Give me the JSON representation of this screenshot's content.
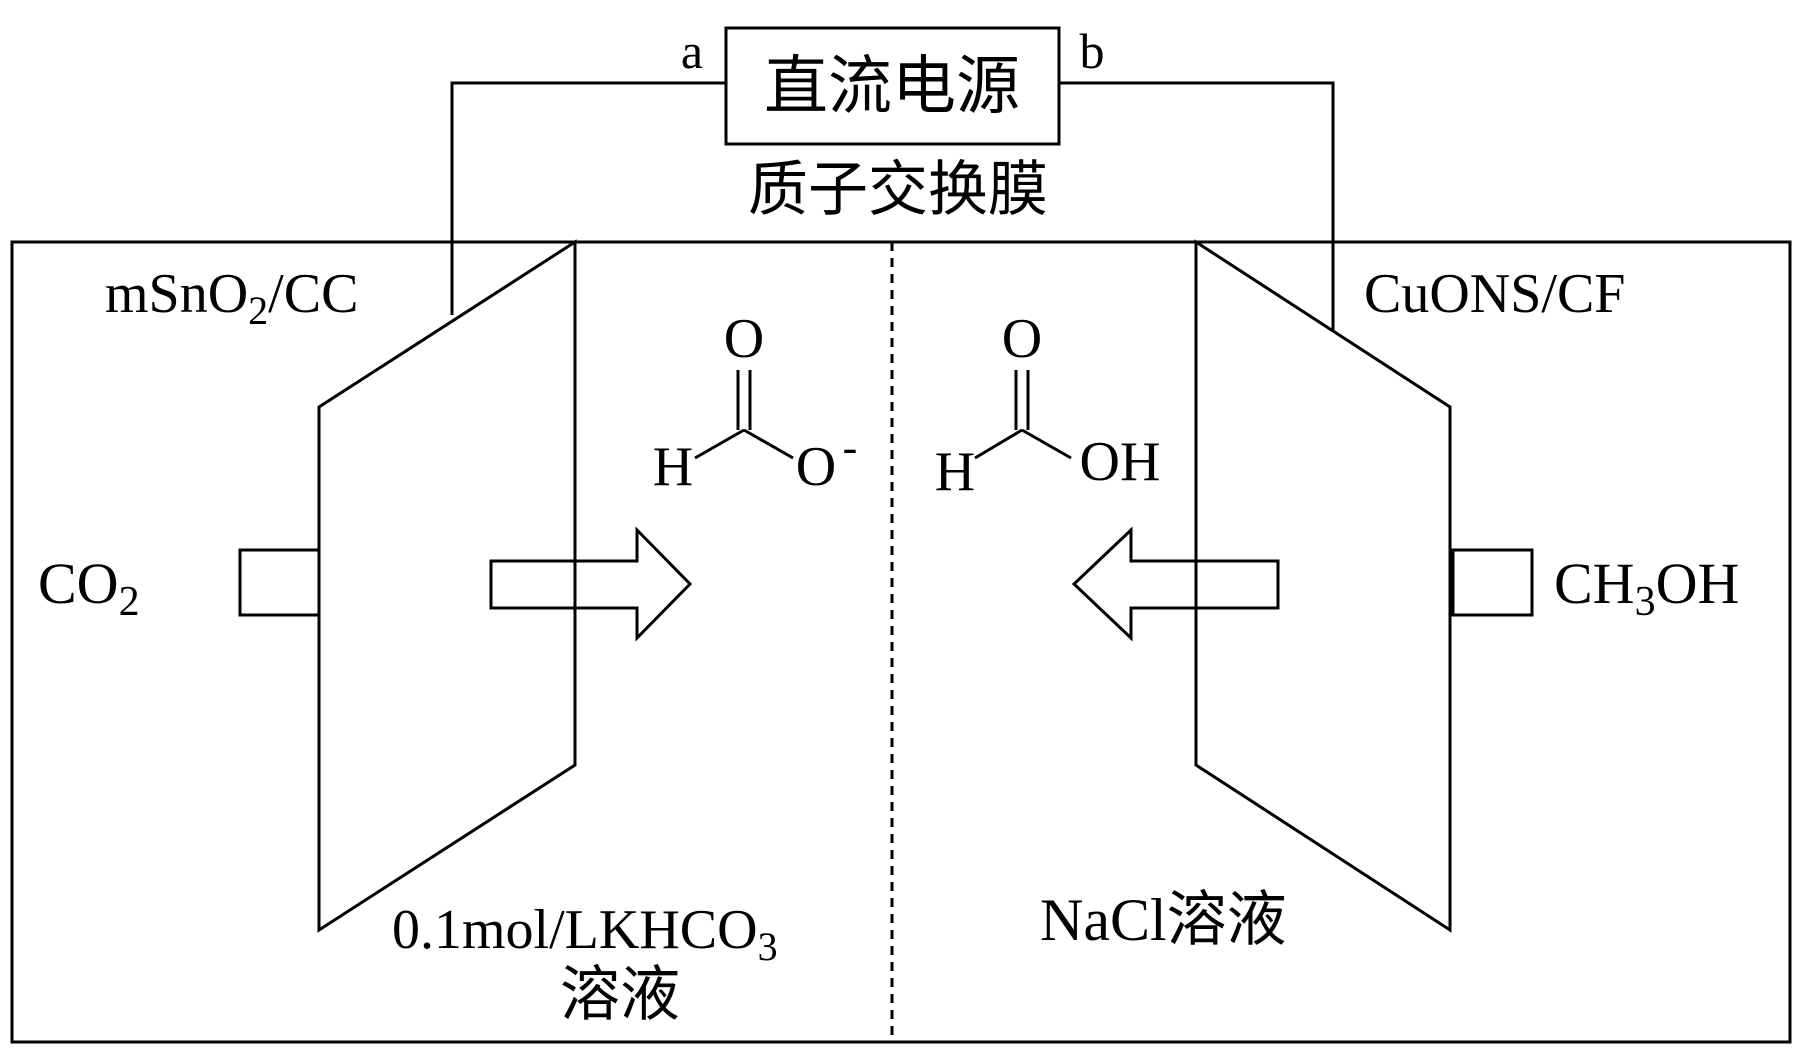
{
  "power_supply": {
    "label": "直流电源",
    "terminal_a": "a",
    "terminal_b": "b"
  },
  "membrane": {
    "label": "质子交换膜"
  },
  "left_electrode": {
    "label_main": "mSnO",
    "label_sub": "2",
    "label_tail": "/CC"
  },
  "right_electrode": {
    "label": "CuONS/CF"
  },
  "left_input": {
    "main": "CO",
    "sub": "2"
  },
  "right_input": {
    "pre": "CH",
    "sub": "3",
    "post": "OH"
  },
  "left_molecule": {
    "o_top": "O",
    "h": "H",
    "o_minus": "O",
    "charge": "-"
  },
  "right_molecule": {
    "o_top": "O",
    "h": "H",
    "oh": "OH"
  },
  "left_solution": {
    "line1_main": "0.1mol/LKHCO",
    "line1_sub": "3",
    "line2": "溶液"
  },
  "right_solution": {
    "label": "NaCl溶液"
  }
}
